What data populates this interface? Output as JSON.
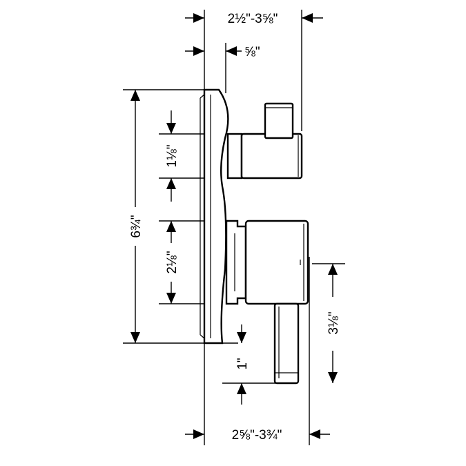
{
  "dimensions": {
    "top_width": "2½\"-3⅝\"",
    "offset": "⅝\"",
    "total_height": "6¾\"",
    "upper_spacing": "1⅛\"",
    "lower_spacing": "2⅛\"",
    "lever_height": "3⅛\"",
    "lever_drop": "1\"",
    "bottom_width": "2⅝\"-3¾\""
  },
  "colors": {
    "line": "#000000",
    "background": "#ffffff"
  }
}
